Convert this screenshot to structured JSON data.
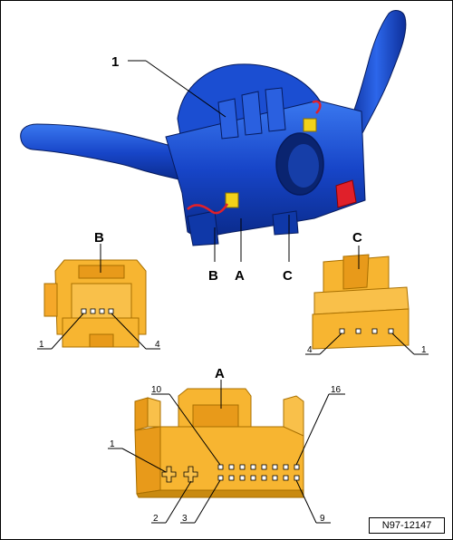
{
  "labels": {
    "item_1": "1",
    "switch_B": "B",
    "switch_A": "A",
    "switch_C": "C"
  },
  "connectors": {
    "B": {
      "title": "B",
      "pin_first": "1",
      "pin_last": "4"
    },
    "C": {
      "title": "C",
      "pin_first": "4",
      "pin_last": "1"
    },
    "A": {
      "title": "A",
      "pin_1": "1",
      "pin_2": "2",
      "pin_3": "3",
      "pin_9": "9",
      "pin_10": "10",
      "pin_16": "16"
    }
  },
  "figure_code": "N97-12147",
  "colors": {
    "switch_body": "#1a4fd0",
    "connector": "#f7b531",
    "connector_dark": "#c98a10",
    "wire_red": "#e0202a"
  }
}
